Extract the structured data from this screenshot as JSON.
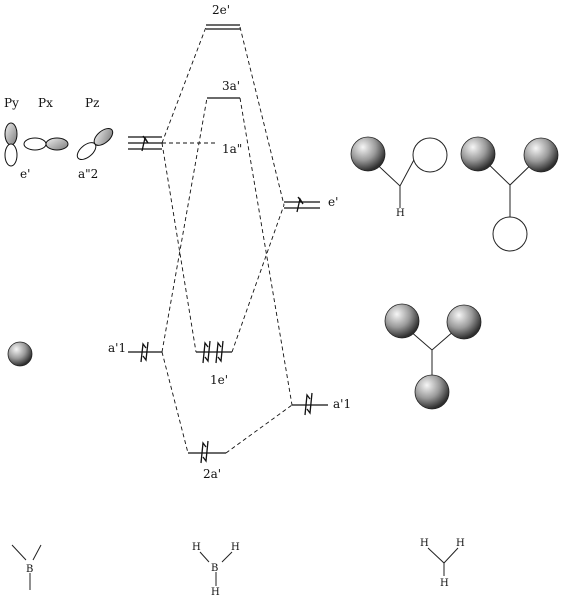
{
  "orbital_labels": {
    "py": "Py",
    "px": "Px",
    "pz": "Pz",
    "e_prime_left": "e'",
    "a2_double_prime": "a\"2",
    "a1_left": "a'1"
  },
  "mo_labels": {
    "two_e_prime": "2e'",
    "three_a_prime": "3a'",
    "one_a_double_prime": "1a\"",
    "one_e_prime": "1e'",
    "two_a_prime": "2a'"
  },
  "ligand_labels": {
    "e_prime_right": "e'",
    "a1_right": "a'1"
  },
  "atoms": {
    "h": "H",
    "b": "B"
  },
  "colors": {
    "ink": "#111111",
    "sphere_light": "#f4f4f4",
    "sphere_dark": "#3a3a3a"
  }
}
